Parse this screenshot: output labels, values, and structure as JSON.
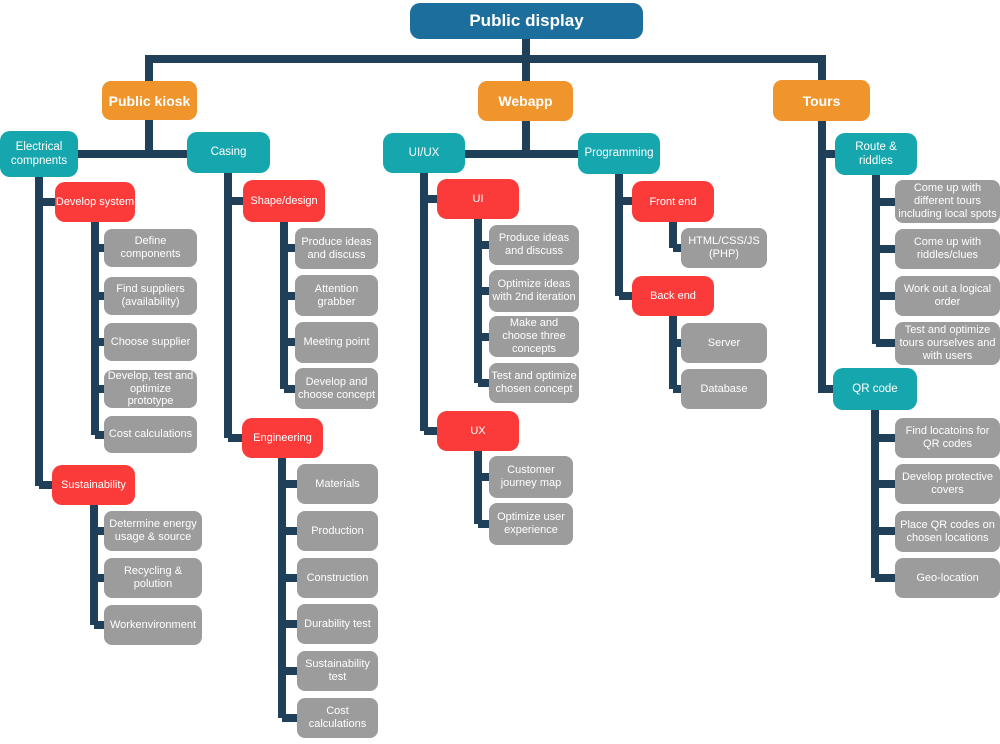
{
  "palette": {
    "root_bg": "#1c6e9c",
    "branch_bg": "#f0942c",
    "group_bg": "#16a6ae",
    "section_bg": "#fb3a3a",
    "task_bg": "#9c9c9c",
    "connector": "#20405a",
    "text": "#ffffff"
  },
  "root": {
    "label": "Public display"
  },
  "branches": [
    {
      "label": "Public kiosk",
      "groups": [
        {
          "label": "Electrical compnents",
          "sections": [
            {
              "label": "Develop system",
              "tasks": [
                "Define components",
                "Find suppliers (availability)",
                "Choose supplier",
                "Develop, test and optimize prototype",
                "Cost calculations"
              ]
            },
            {
              "label": "Sustainability",
              "tasks": [
                "Determine energy usage & source",
                "Recycling & polution",
                "Workenvironment"
              ]
            }
          ]
        },
        {
          "label": "Casing",
          "sections": [
            {
              "label": "Shape/design",
              "tasks": [
                "Produce ideas and discuss",
                "Attention grabber",
                "Meeting point",
                "Develop and choose concept"
              ]
            },
            {
              "label": "Engineering",
              "tasks": [
                "Materials",
                "Production",
                "Construction",
                "Durability test",
                "Sustainability test",
                "Cost calculations"
              ]
            }
          ]
        }
      ]
    },
    {
      "label": "Webapp",
      "groups": [
        {
          "label": "UI/UX",
          "sections": [
            {
              "label": "UI",
              "tasks": [
                "Produce ideas and discuss",
                "Optimize ideas with 2nd iteration",
                "Make and choose three concepts",
                "Test and optimize chosen concept"
              ]
            },
            {
              "label": "UX",
              "tasks": [
                "Customer journey map",
                "Optimize user experience"
              ]
            }
          ]
        },
        {
          "label": "Programming",
          "sections": [
            {
              "label": "Front end",
              "tasks": [
                "HTML/CSS/JS (PHP)"
              ]
            },
            {
              "label": "Back end",
              "tasks": [
                "Server",
                "Database"
              ]
            }
          ]
        }
      ]
    },
    {
      "label": "Tours",
      "groups": [
        {
          "label": "Route & riddles",
          "tasks": [
            "Come up with different tours including local spots",
            "Come up with riddles/clues",
            "Work out a logical order",
            "Test and optimize tours ourselves and with users"
          ]
        },
        {
          "label": "QR code",
          "tasks": [
            "Find locatoins for QR codes",
            "Develop protective covers",
            "Place QR codes on chosen locations",
            "Geo-location"
          ]
        }
      ]
    }
  ]
}
